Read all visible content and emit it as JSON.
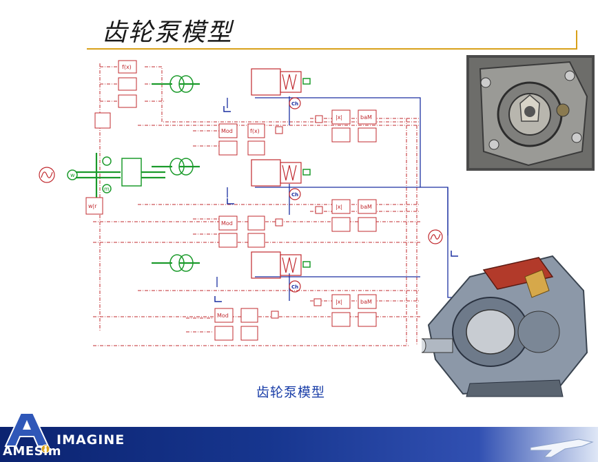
{
  "slide": {
    "title": "齿轮泵模型",
    "caption": "齿轮泵模型"
  },
  "schematic": {
    "block_labels": {
      "fx": "f(x)",
      "mod": "Mod",
      "ch": "Ch",
      "bam": "baM",
      "abs": "|x|",
      "w": "w",
      "m": "m",
      "wr": "w|r"
    }
  },
  "footer": {
    "brand_imagine": "IMAGINE",
    "brand_amesim": "AMESim",
    "version_badge": "4"
  },
  "colors": {
    "title_rule": "#d8a018",
    "caption": "#1a3ea8",
    "mechanical": "#c0282d",
    "hydraulic": "#1a2fa0",
    "rotary": "#1a9a2a",
    "footer": "#17368f"
  }
}
